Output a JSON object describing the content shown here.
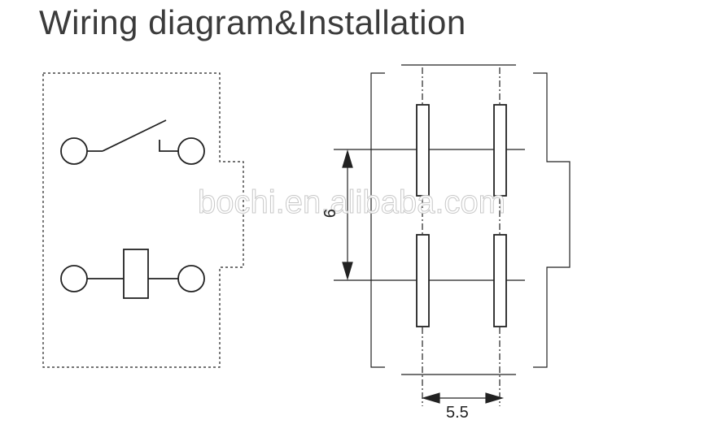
{
  "title": "Wiring diagram&Installation",
  "watermark": "bochi.en.alibaba.com",
  "dimensions": {
    "vertical_spacing": "9",
    "horizontal_spacing": "5.5"
  },
  "colors": {
    "line": "#222222",
    "watermark_outline": "#c8c8c8"
  }
}
